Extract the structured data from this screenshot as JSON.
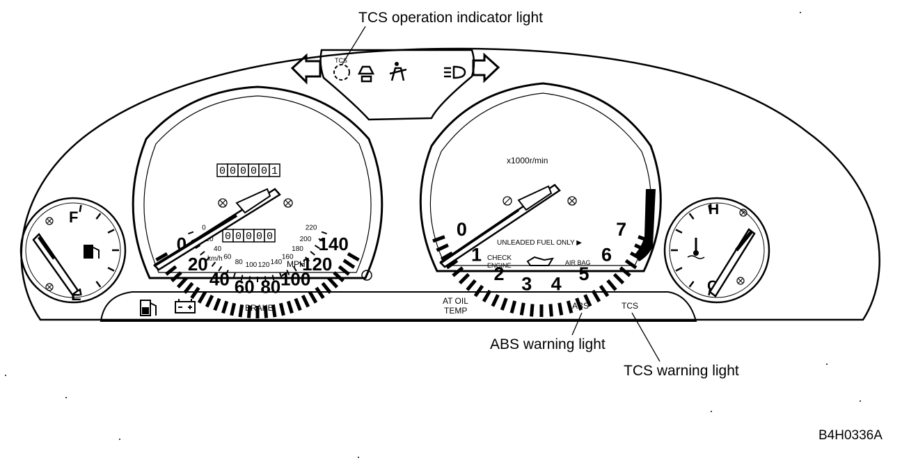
{
  "callouts": {
    "tcs_operation": "TCS operation indicator light",
    "abs_warning": "ABS warning light",
    "tcs_warning": "TCS warning light"
  },
  "figure_id": "B4H0336A",
  "speedometer": {
    "mph_labels": [
      "0",
      "20",
      "40",
      "60",
      "80",
      "100",
      "120",
      "140"
    ],
    "kmh_labels": [
      "0",
      "20",
      "40",
      "60",
      "80",
      "100",
      "120",
      "140",
      "160",
      "180",
      "200",
      "220"
    ],
    "odometer": [
      "0",
      "0",
      "0",
      "0",
      "0",
      "1"
    ],
    "tripmeter": [
      "0",
      "0",
      "0",
      "0",
      "0"
    ],
    "unit_mph": "MPH",
    "unit_kmh": "km/h"
  },
  "tachometer": {
    "labels": [
      "0",
      "1",
      "2",
      "3",
      "4",
      "5",
      "6",
      "7"
    ],
    "unit": "x1000r/min",
    "unleaded": "UNLEADED FUEL ONLY ▶",
    "check_engine_1": "CHECK",
    "check_engine_2": "ENGINE",
    "airbag": "AIR BAG"
  },
  "fuel_gauge": {
    "full": "F",
    "empty": "E"
  },
  "temp_gauge": {
    "hot": "H",
    "cold": "C"
  },
  "top_panel": {
    "tcs_text": "TCS"
  },
  "warning_strip": {
    "brake": "BRAKE",
    "at_oil_1": "AT OIL",
    "at_oil_2": "TEMP",
    "abs": "ABS",
    "tcs": "TCS"
  },
  "icons": [
    "left-turn-arrow-icon",
    "right-turn-arrow-icon",
    "tcs-indicator-icon",
    "seatbelt-icon",
    "airbag-person-icon",
    "high-beam-icon",
    "fuel-pump-icon",
    "battery-icon",
    "oil-can-icon",
    "coolant-temp-icon"
  ]
}
